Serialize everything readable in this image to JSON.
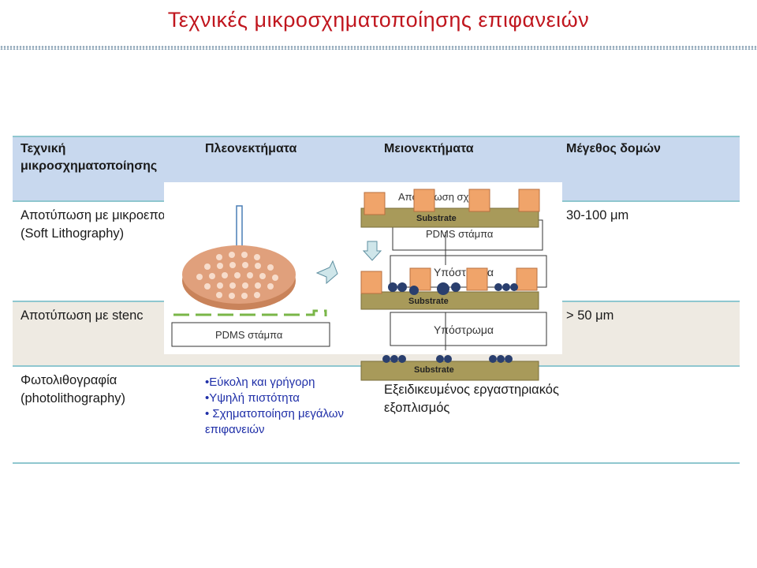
{
  "page": {
    "title": "Τεχνικές μικροσχηματοποίησης επιφανειών"
  },
  "table": {
    "headers": [
      "Τεχνική μικροσχηματοποίησης",
      "Πλεονεκτήματα",
      "Μειονεκτήματα",
      "Μέγεθος δομών"
    ],
    "rows": [
      {
        "technique": "Αποτύπωση με μικροεπαφή (Soft Lithography)",
        "advantages": [],
        "disadvantages": [],
        "size": "30-100 μm"
      },
      {
        "technique": "Αποτύπωση με stenc",
        "advantages": [],
        "disadvantages": [],
        "size": "> 50 μm"
      },
      {
        "technique": "Φωτολιθογραφία (photolithography)",
        "advantages": [
          "•Εύκολη και γρήγορη",
          "•Υψηλή πιστότητα",
          "• Σχηματοποίηση μεγάλων επιφανειών"
        ],
        "disadvantages": [
          "Εξειδικευμένος εργαστηριακός εξοπλισμός"
        ],
        "size": ""
      }
    ]
  },
  "figure": {
    "stamp_label": "PDMS στάμπα",
    "stamp_label_right": "PDMS στάμπα",
    "top_partial": "Αποτύπωση σχήμα",
    "substrate_en": "Substrate",
    "substrate_gr": "Υπόστρωμα",
    "colors": {
      "pad": "#f0a46a",
      "substrate": "#a89a5a",
      "ink": "#2a3f6e",
      "stamp_line": "#7ab648"
    }
  }
}
